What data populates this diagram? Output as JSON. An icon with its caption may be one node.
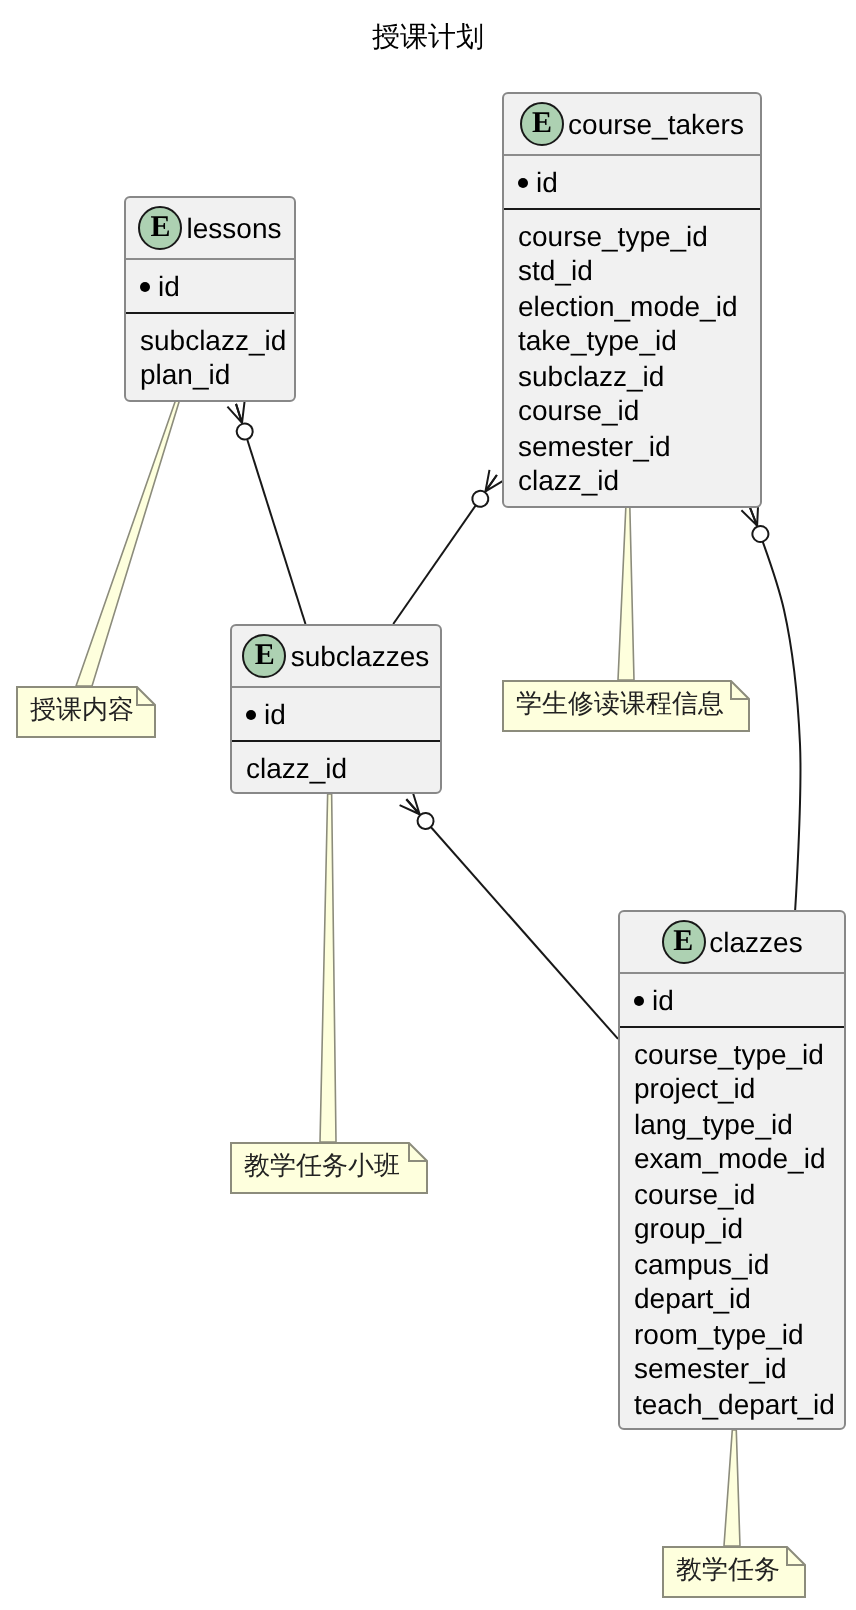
{
  "diagram": {
    "title": "授课计划",
    "nodes": [
      {
        "text": [
          "E",
          "course_takers",
          "id",
          "course_type_id",
          "std_id",
          "election_mode_id",
          "take_type_id",
          "subclazz_id",
          "course_id",
          "semester_id",
          "clazz_id"
        ]
      },
      {
        "text": [
          "E",
          "lessons",
          "id",
          "subclazz_id",
          "plan_id"
        ]
      },
      {
        "text": [
          "授课内容"
        ]
      },
      {
        "text": [
          "E",
          "subclazzes",
          "id",
          "clazz_id"
        ]
      },
      {
        "text": [
          "学生修读课程信息"
        ]
      },
      {
        "text": [
          "E",
          "clazzes",
          "id",
          "course_type_id",
          "project_id",
          "lang_type_id",
          "exam_mode_id",
          "course_id",
          "group_id",
          "campus_id",
          "depart_id",
          "room_type_id",
          "semester_id",
          "teach_depart_id"
        ]
      },
      {
        "text": [
          "教学任务小班"
        ]
      },
      {
        "text": [
          "教学任务"
        ]
      }
    ],
    "edges": [
      {
        "from": 3,
        "to": 1,
        "arrow": "other"
      },
      {
        "from": 3,
        "to": 0,
        "arrow": "other"
      },
      {
        "from": 5,
        "to": 0,
        "arrow": "other"
      },
      {
        "from": 5,
        "to": 3,
        "arrow": "other"
      },
      {
        "from": 2,
        "to": 1,
        "arrow": "none",
        "color": "#feffdd"
      },
      {
        "from": 4,
        "to": 0,
        "arrow": "none",
        "color": "#feffdd"
      },
      {
        "from": 6,
        "to": 3,
        "arrow": "none",
        "color": "#feffdd"
      },
      {
        "from": 7,
        "to": 5,
        "arrow": "none",
        "color": "#feffdd"
      }
    ]
  }
}
